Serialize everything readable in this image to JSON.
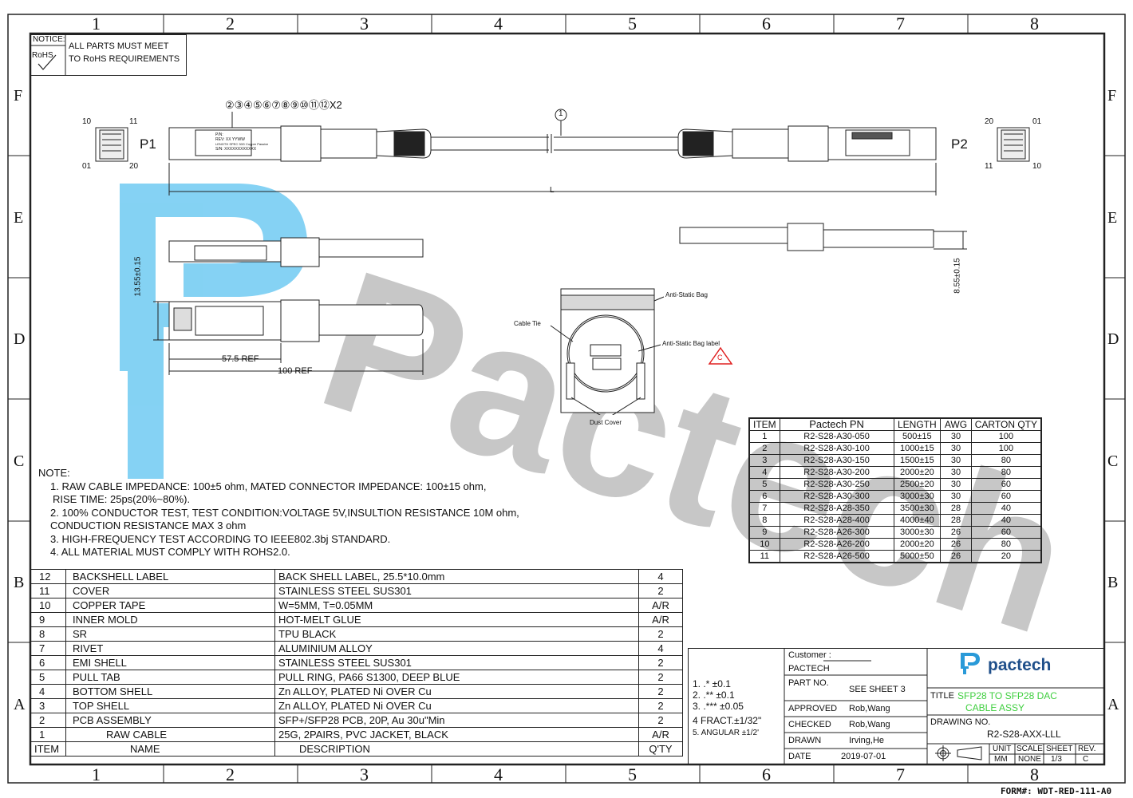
{
  "zones": {
    "cols": [
      "1",
      "2",
      "3",
      "4",
      "5",
      "6",
      "7",
      "8"
    ],
    "rows": [
      "F",
      "E",
      "D",
      "C",
      "B",
      "A"
    ]
  },
  "notice": {
    "label": "NOTICE:",
    "rohs": "RoHS",
    "line1": "ALL  PARTS  MUST  MEET",
    "line2": "TO  RoHS  REQUIREMENTS"
  },
  "drawing": {
    "callouts": "②③④⑤⑥⑦⑧⑨⑩⑪⑫X2",
    "item1": "1",
    "p1": "P1",
    "p2": "P2",
    "pin10_l": "10",
    "pin11_l": "11",
    "pin01_l": "01",
    "pin20_l": "20",
    "pin20_r": "20",
    "pin01_r": "01",
    "pin11_r": "11",
    "pin10_r": "10",
    "length_l": "L",
    "dim_height_left": "13.55±0.15",
    "dim_height_right": "8.55±0.15",
    "dim_575": "57.5 REF",
    "dim_100": "100 REF",
    "label_pn": "P/N:",
    "label_rev": "REV:  XX     YYWW",
    "label_len": "LENGTH SPEC 30G Copper Passive",
    "label_sn": "S/N:  XXXXXXXXXXXX"
  },
  "package": {
    "bag": "Anti-Static Bag",
    "tie": "Cable Tie",
    "bag_label": "Anti-Static Bag label",
    "dust": "Dust Cover",
    "c_mark": "C"
  },
  "watermark": "Pactech",
  "notes": {
    "title": "NOTE:",
    "lines": [
      "1. RAW CABLE IMPEDANCE: 100±5  ohm, MATED CONNECTOR IMPEDANCE: 100±15  ohm,",
      "RISE TIME: 25ps(20%~80%).",
      "2. 100% CONDUCTOR TEST, TEST CONDITION:VOLTAGE 5V,INSULTION RESISTANCE 10M ohm,",
      "CONDUCTION RESISTANCE MAX 3 ohm",
      "3. HIGH-FREQUENCY TEST ACCORDING TO IEEE802.3bj STANDARD.",
      "4. ALL MATERIAL MUST COMPLY WITH ROHS2.0."
    ]
  },
  "parts_table": {
    "headers": [
      "ITEM",
      "Pactech PN",
      "LENGTH",
      "AWG",
      "CARTON QTY"
    ],
    "rows": [
      [
        "1",
        "R2-S28-A30-050",
        "500±15",
        "30",
        "100"
      ],
      [
        "2",
        "R2-S28-A30-100",
        "1000±15",
        "30",
        "100"
      ],
      [
        "3",
        "R2-S28-A30-150",
        "1500±15",
        "30",
        "80"
      ],
      [
        "4",
        "R2-S28-A30-200",
        "2000±20",
        "30",
        "80"
      ],
      [
        "5",
        "R2-S28-A30-250",
        "2500±20",
        "30",
        "60"
      ],
      [
        "6",
        "R2-S28-A30-300",
        "3000±30",
        "30",
        "60"
      ],
      [
        "7",
        "R2-S28-A28-350",
        "3500±30",
        "28",
        "40"
      ],
      [
        "8",
        "R2-S28-A28-400",
        "4000±40",
        "28",
        "40"
      ],
      [
        "9",
        "R2-S28-A26-300",
        "3000±30",
        "26",
        "60"
      ],
      [
        "10",
        "R2-S28-A26-200",
        "2000±20",
        "26",
        "80"
      ],
      [
        "11",
        "R2-S28-A26-500",
        "5000±50",
        "26",
        "20"
      ]
    ]
  },
  "bom": {
    "rows": [
      [
        "12",
        "BACKSHELL LABEL",
        "BACK SHELL LABEL, 25.5*10.0mm",
        "4"
      ],
      [
        "11",
        "COVER",
        "STAINLESS STEEL SUS301",
        "2"
      ],
      [
        "10",
        "COPPER TAPE",
        "W=5MM, T=0.05MM",
        "A/R"
      ],
      [
        "9",
        "INNER MOLD",
        "HOT-MELT GLUE",
        "A/R"
      ],
      [
        "8",
        "SR",
        "TPU BLACK",
        "2"
      ],
      [
        "7",
        "RIVET",
        "ALUMINIUM ALLOY",
        "4"
      ],
      [
        "6",
        "EMI SHELL",
        "STAINLESS STEEL SUS301",
        "2"
      ],
      [
        "5",
        "PULL TAB",
        "PULL RING, PA66 S1300, DEEP BLUE",
        "2"
      ],
      [
        "4",
        "BOTTOM SHELL",
        "Zn ALLOY, PLATED Ni OVER Cu",
        "2"
      ],
      [
        "3",
        "TOP SHELL",
        "Zn ALLOY, PLATED Ni OVER Cu",
        "2"
      ],
      [
        "2",
        "PCB ASSEMBLY",
        "SFP+/SFP28 PCB, 20P, Au 30u\"Min",
        "2"
      ],
      [
        "1",
        "RAW CABLE",
        "25G, 2PAIRS, PVC JACKET, BLACK",
        "A/R"
      ]
    ],
    "header": [
      "ITEM",
      "NAME",
      "DESCRIPTION",
      "Q'TY"
    ]
  },
  "tolerances": [
    "1.  .*  ±0.1",
    "2.  .**  ±0.1",
    "3.  .***  ±0.05",
    "4  FRACT.±1/32\"",
    "5. ANGULAR  ±1/2'"
  ],
  "title_block": {
    "customer_lbl": "Customer :",
    "customer": "PACTECH",
    "partno_lbl": "PART  NO.",
    "partno": "SEE  SHEET  3",
    "approved_lbl": "APPROVED",
    "approved": "Rob,Wang",
    "checked_lbl": "CHECKED",
    "checked": "Rob,Wang",
    "drawn_lbl": "DRAWN",
    "drawn": "Irving,He",
    "date_lbl": "DATE",
    "date": "2019-07-01",
    "logo_text": "pactech",
    "title_lbl": "TITLE",
    "title_line1": "SFP28  TO  SFP28  DAC",
    "title_line2": "CABLE  ASSY",
    "drawing_no_lbl": "DRAWING  NO.",
    "drawing_no": "R2-S28-AXX-LLL",
    "unit_lbl": "UNIT",
    "scale_lbl": "SCALE",
    "sheet_lbl": "SHEET",
    "rev_lbl": "REV.",
    "unit": "MM",
    "scale": "NONE",
    "sheet": "1/3",
    "rev": "C"
  },
  "form": "FORM#:  WDT-RED-111-A0"
}
